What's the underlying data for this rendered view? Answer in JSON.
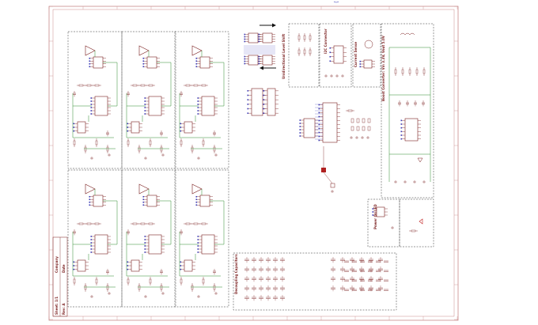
{
  "sheet": {
    "frame_color": "#c98a8a",
    "wire_color": "#2e8b2e",
    "part_color": "#7a1f1f",
    "pin_color": "#3b3bb5",
    "dash_color": "#333333"
  },
  "section_titles": {
    "level_shift": "Unidirectional Level Shift",
    "i2c": "I2C Connector",
    "sense": "Current Sense",
    "boost": "Boost Converter: Vin 3.3V, Vout 5.0V",
    "power_on": "Power On LED",
    "caps": "Decoupling Capacitors"
  },
  "title_block": {
    "sheet_label": "Sheet: 1/1",
    "rev_label": "Rev: A",
    "company_label": "Company",
    "date_label": "Date"
  }
}
